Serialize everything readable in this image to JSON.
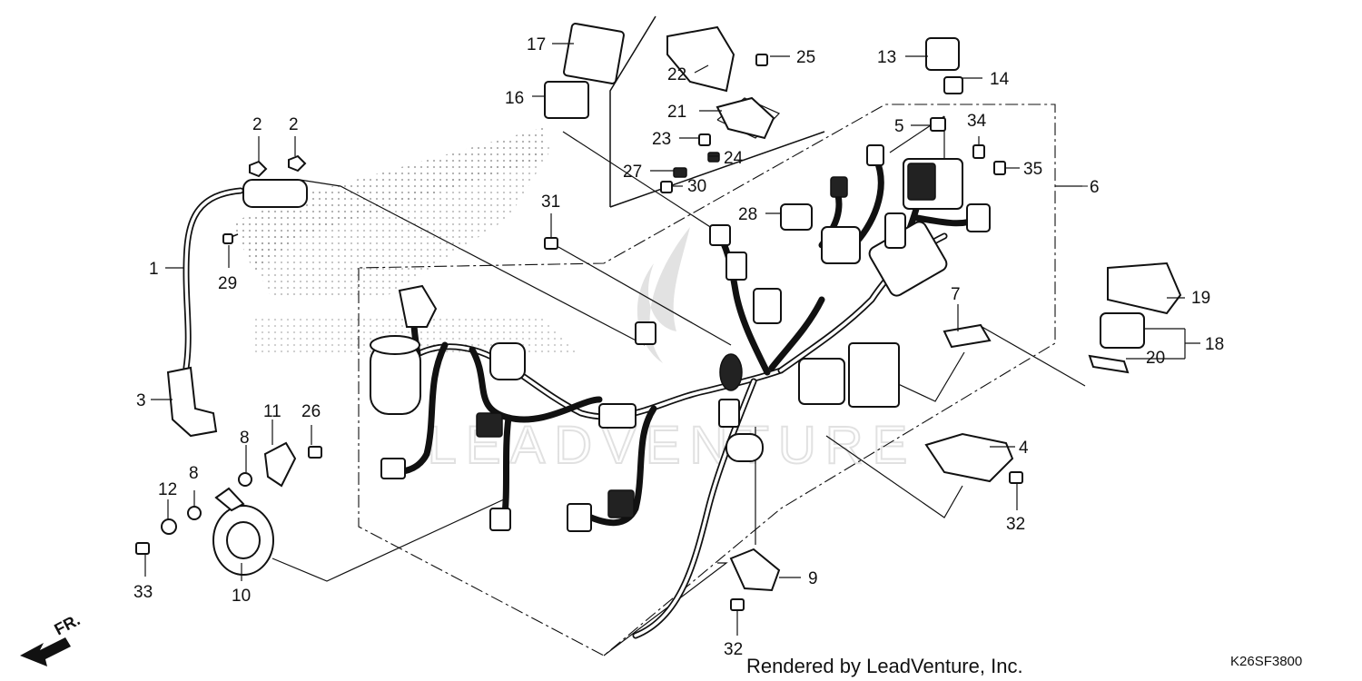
{
  "diagram": {
    "callouts": [
      "1",
      "2",
      "2",
      "3",
      "4",
      "5",
      "6",
      "7",
      "8",
      "8",
      "9",
      "10",
      "11",
      "12",
      "13",
      "14",
      "16",
      "17",
      "18",
      "19",
      "20",
      "21",
      "22",
      "23",
      "24",
      "25",
      "26",
      "27",
      "28",
      "29",
      "30",
      "31",
      "32",
      "32",
      "33",
      "34",
      "35"
    ],
    "direction_label": "FR.",
    "footer": {
      "render_credit": "Rendered by LeadVenture, Inc.",
      "diagram_code": "K26SF3800"
    },
    "watermark": "LEADVENTURE"
  }
}
